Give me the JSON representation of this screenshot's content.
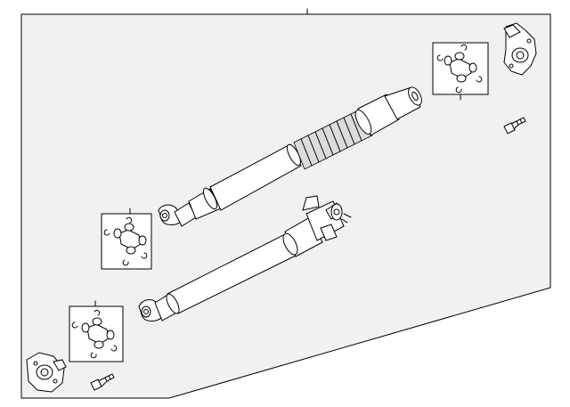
{
  "figure": {
    "kind": "exploded parts diagram",
    "callout_count": 0
  },
  "colors": {
    "background": "#ffffff",
    "panel": "#f1f1f1",
    "line": "#000000",
    "shade": "#dcdcdc"
  },
  "parts": [
    {
      "id": "front-drive-shaft",
      "icon": "drive-shaft-long"
    },
    {
      "id": "rear-drive-shaft",
      "icon": "drive-shaft-short"
    },
    {
      "id": "universal-joint-top-right",
      "icon": "u-joint-kit"
    },
    {
      "id": "universal-joint-middle-left",
      "icon": "u-joint-kit"
    },
    {
      "id": "universal-joint-bottom-left",
      "icon": "u-joint-kit"
    },
    {
      "id": "flange-yoke-top-right",
      "icon": "flange-yoke"
    },
    {
      "id": "flange-yoke-bottom-left",
      "icon": "flange-yoke"
    },
    {
      "id": "bolt-top-right",
      "icon": "bolt"
    },
    {
      "id": "bolt-bottom-left",
      "icon": "bolt"
    }
  ]
}
